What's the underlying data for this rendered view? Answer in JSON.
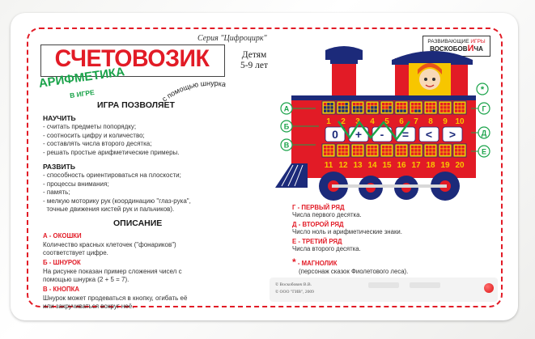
{
  "series": "Серия \"Цифроцирк\"",
  "brand": {
    "line1": "РАЗВИВАЮЩИЕ",
    "line1b": "ИГРЫ",
    "line2a": "ВОСКОБОВ",
    "line2b": "И",
    "line2c": "ЧА"
  },
  "title": "СЧЕТОВОЗИК",
  "age": {
    "line1": "Детям",
    "line2": "5-9 лет"
  },
  "arithmetic": "АРИФМЕТИКА",
  "in_game": "В ИГРЕ",
  "rope_line1": "с помощью",
  "rope_line2": "шнурка",
  "game_allows": "ИГРА ПОЗВОЛЯЕТ",
  "teach": {
    "heading": "НАУЧИТЬ",
    "items": [
      "- считать предметы попорядку;",
      "- соотносить цифру и количество;",
      "- составлять числа второго десятка;",
      "- решать простые арифметические примеры."
    ]
  },
  "develop": {
    "heading": "РАЗВИТЬ",
    "items": [
      "- способность ориентироваться на плоскости;",
      "- процессы внимания;",
      "- память;",
      "- мелкую моторику рук (координацию \"глаз-рука\",",
      "  точные движения кистей рук и пальчиков)."
    ]
  },
  "description_heading": "ОПИСАНИЕ",
  "desc_items": [
    {
      "title": "А - ОКОШКИ",
      "text1": "Количество красных клеточек (\"фонариков\")",
      "text2": "соответствует цифре."
    },
    {
      "title": "Б - ШНУРОК",
      "text1": "На рисунке показан пример сложения чисел с",
      "text2": "помощью шнурка (2 + 5 = 7)."
    },
    {
      "title": "В - КНОПКА",
      "text1": "Шнурок может продеваться в кнопку, огибать её",
      "text2": "или закручиваться вокруг неё."
    }
  ],
  "legend": [
    {
      "title": "Г - ПЕРВЫЙ РЯД",
      "text": "Числа первого десятка."
    },
    {
      "title": "Д - ВТОРОЙ РЯД",
      "text": "Число ноль и арифметические знаки."
    },
    {
      "title": "Е - ТРЕТИЙ РЯД",
      "text": "Числа второго десятка."
    },
    {
      "title": "- МАГНОЛИК",
      "text": "(персонаж сказок Фиолетового леса)."
    }
  ],
  "star": "*",
  "copyright": {
    "line1": "© Воскобович В.В.",
    "line2": "© ООО \"ГИВ\", 2009"
  },
  "train": {
    "labels": [
      "А",
      "Б",
      "В",
      "Г",
      "Д",
      "Е"
    ],
    "row1": [
      "1",
      "2",
      "3",
      "4",
      "5",
      "6",
      "7",
      "8",
      "9",
      "10"
    ],
    "row2": [
      "0",
      "+",
      "-",
      "=",
      "<",
      ">"
    ],
    "row3": [
      "11",
      "12",
      "13",
      "14",
      "15",
      "16",
      "17",
      "18",
      "19",
      "20"
    ]
  },
  "colors": {
    "red": "#e21b26",
    "green": "#1aa34a",
    "navy": "#1c2a7a",
    "yellow": "#f7c600"
  }
}
